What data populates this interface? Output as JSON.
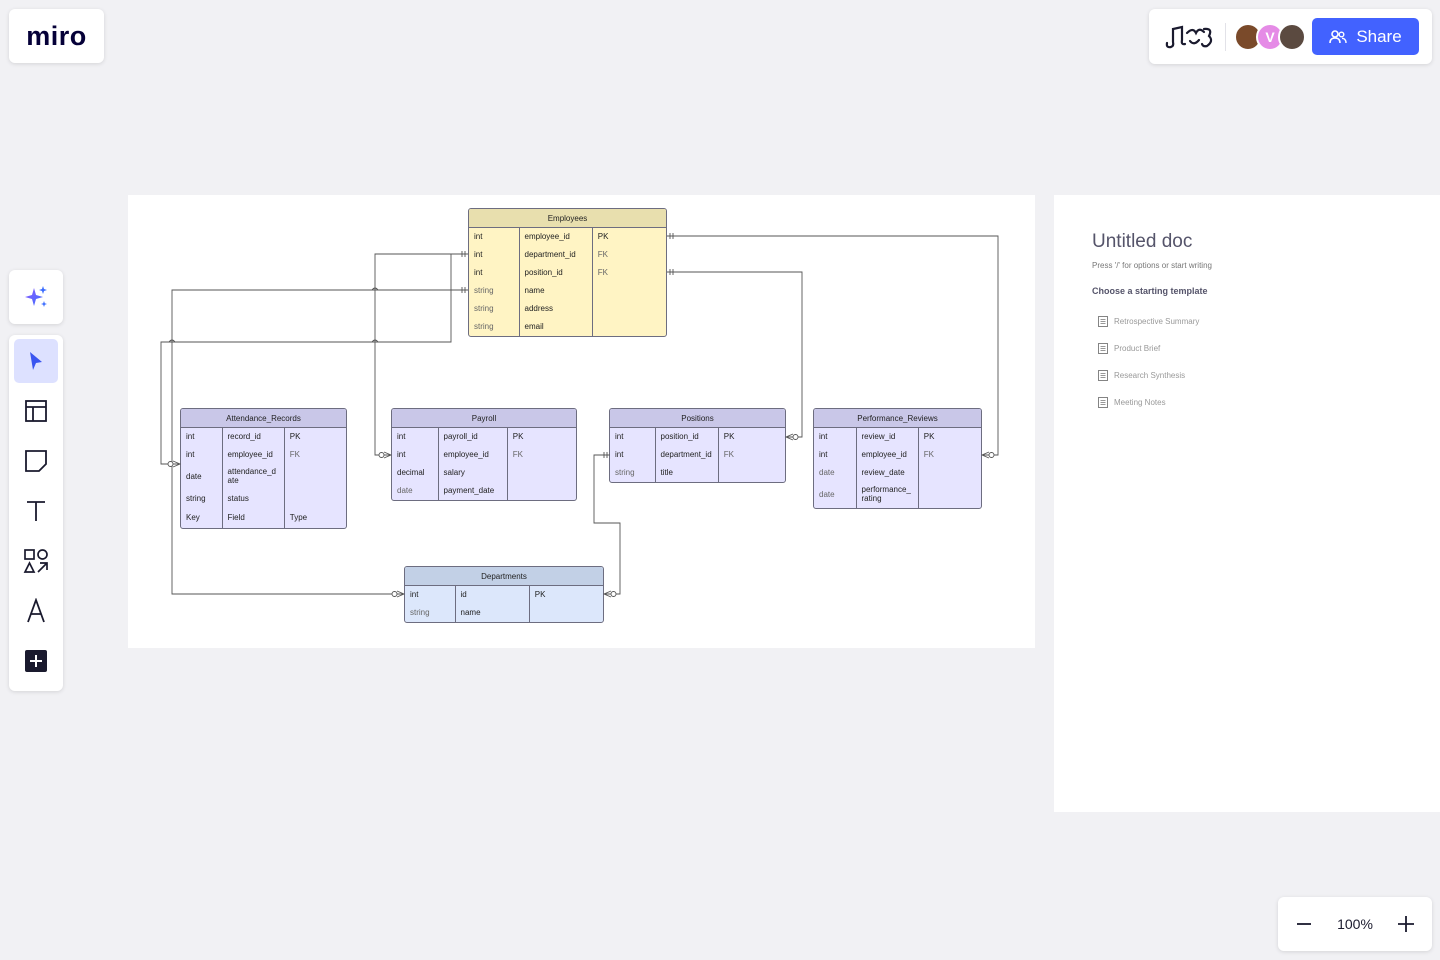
{
  "app": {
    "logo": "miro"
  },
  "topbar": {
    "reactions_icon": "emoji-reactions-icon",
    "avatars": [
      {
        "kind": "photo",
        "color": "#7a4a2a",
        "initial": ""
      },
      {
        "kind": "initial",
        "color": "#e58be6",
        "initial": "V"
      },
      {
        "kind": "photo",
        "color": "#5b4a40",
        "initial": ""
      }
    ],
    "share_label": "Share"
  },
  "toolbar": {
    "items": [
      "select",
      "templates",
      "sticky-note",
      "text",
      "shapes",
      "pen",
      "add"
    ],
    "active": "select"
  },
  "zoom": {
    "level": "100%"
  },
  "doc": {
    "title": "Untitled doc",
    "hint": "Press '/' for options or start writing",
    "choose_label": "Choose a starting template",
    "templates": [
      "Retrospective Summary",
      "Product Brief",
      "Research Synthesis",
      "Meeting Notes"
    ]
  },
  "er": {
    "employees": {
      "name": "Employees",
      "rows": [
        [
          "int",
          "employee_id",
          "PK"
        ],
        [
          "int",
          "department_id",
          "FK"
        ],
        [
          "int",
          "position_id",
          "FK"
        ],
        [
          "string",
          "name",
          ""
        ],
        [
          "string",
          "address",
          ""
        ],
        [
          "string",
          "email",
          ""
        ]
      ]
    },
    "attendance": {
      "name": "Attendance_Records",
      "rows": [
        [
          "int",
          "record_id",
          "PK"
        ],
        [
          "int",
          "employee_id",
          "FK"
        ],
        [
          "date",
          "attendance_d ate",
          ""
        ],
        [
          "string",
          "status",
          ""
        ],
        [
          "Key",
          "Field",
          "Type"
        ]
      ]
    },
    "payroll": {
      "name": "Payroll",
      "rows": [
        [
          "int",
          "payroll_id",
          "PK"
        ],
        [
          "int",
          "employee_id",
          "FK"
        ],
        [
          "decimal",
          "salary",
          ""
        ],
        [
          "date",
          "payment_date",
          ""
        ]
      ]
    },
    "positions": {
      "name": "Positions",
      "rows": [
        [
          "int",
          "position_id",
          "PK"
        ],
        [
          "int",
          "department_id",
          "FK"
        ],
        [
          "string",
          "title",
          ""
        ]
      ]
    },
    "reviews": {
      "name": "Performance_Reviews",
      "rows": [
        [
          "int",
          "review_id",
          "PK"
        ],
        [
          "int",
          "employee_id",
          "FK"
        ],
        [
          "date",
          "review_date",
          ""
        ],
        [
          "date",
          "performance_ rating",
          ""
        ]
      ]
    },
    "departments": {
      "name": "Departments",
      "rows": [
        [
          "int",
          "id",
          "PK"
        ],
        [
          "string",
          "name",
          ""
        ]
      ]
    }
  }
}
